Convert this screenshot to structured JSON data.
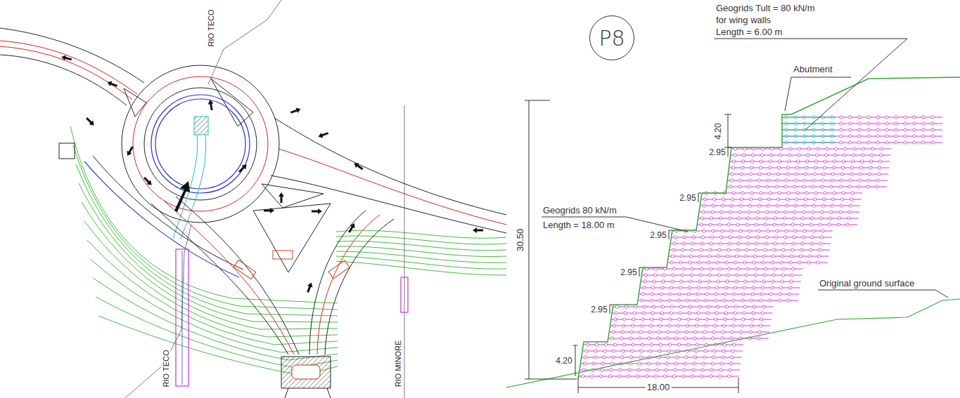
{
  "diagram": {
    "nodes": [
      {
        "text": [
          "P8"
        ]
      }
    ],
    "edges": [],
    "labels": [
      "RIO TECO",
      "RIO TECO",
      "RIO MINORE",
      "Geogrids Tult = 80 kN/m",
      "for wing walls",
      "Length = 6.00 m",
      "Abutment",
      "4.20",
      "2.95",
      "2.95",
      "2.95",
      "2.95",
      "2.95",
      "30.50",
      "Geogrids 80 kN/m",
      "Length = 18.00 m",
      "Original ground surface",
      "4.20",
      "18.00"
    ]
  }
}
